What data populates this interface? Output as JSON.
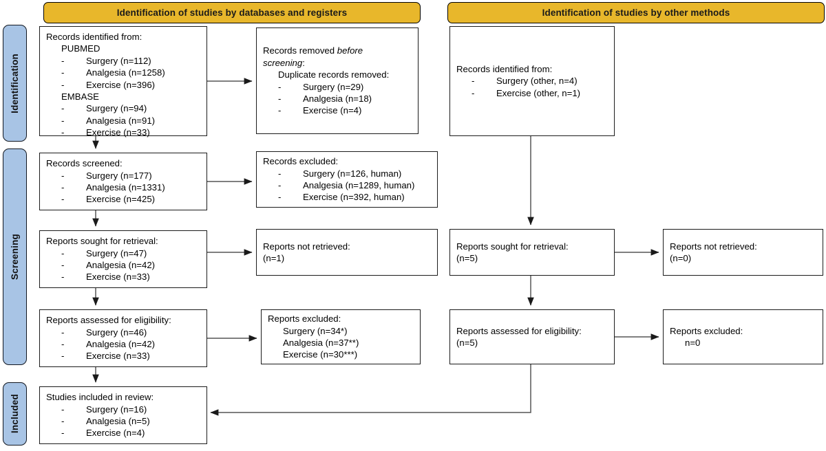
{
  "diagram": {
    "type": "prisma-flow-diagram",
    "banners": [
      {
        "id": "databases",
        "label": "Identification of studies by databases and registers"
      },
      {
        "id": "other",
        "label": "Identification of studies by other methods"
      }
    ],
    "stages": [
      {
        "id": "identification",
        "label": "Identification"
      },
      {
        "id": "screening",
        "label": "Screening"
      },
      {
        "id": "included",
        "label": "Included"
      }
    ],
    "colors": {
      "banner_fill": "#E8B72B",
      "stage_fill": "#A8C4E5",
      "box_border": "#1a1a1a",
      "arrow": "#555555"
    },
    "boxes": {
      "records_identified": {
        "title": "Records identified from:",
        "lines": [
          "PUBMED",
          "Surgery (n=112)",
          "Analgesia (n=1258)",
          "Exercise (n=396)",
          "EMBASE",
          "Surgery (n=94)",
          "Analgesia (n=91)",
          "Exercise (n=33)"
        ]
      },
      "records_removed": {
        "title_a": "Records removed ",
        "title_b": "before",
        "title_c": "screening",
        "title_d": ":",
        "subtitle": "Duplicate records removed:",
        "lines": [
          "Surgery (n=29)",
          "Analgesia (n=18)",
          "Exercise (n=4)"
        ]
      },
      "records_screened": {
        "title": "Records screened:",
        "lines": [
          "Surgery (n=177)",
          "Analgesia (n=1331)",
          "Exercise (n=425)"
        ]
      },
      "records_excluded": {
        "title": "Records excluded:",
        "lines": [
          "Surgery (n=126, human)",
          "Analgesia (n=1289, human)",
          "Exercise (n=392, human)"
        ]
      },
      "reports_sought": {
        "title": "Reports sought for retrieval:",
        "lines": [
          "Surgery (n=47)",
          "Analgesia (n=42)",
          "Exercise (n=33)"
        ]
      },
      "reports_not_retrieved": {
        "title": "Reports not retrieved:",
        "count": "(n=1)"
      },
      "reports_assessed": {
        "title": "Reports assessed for eligibility:",
        "lines": [
          "Surgery (n=46)",
          "Analgesia (n=42)",
          "Exercise (n=33)"
        ]
      },
      "reports_excluded": {
        "title": "Reports excluded:",
        "lines": [
          "Surgery (n=34*)",
          "Analgesia (n=37**)",
          "Exercise (n=30***)"
        ]
      },
      "studies_included": {
        "title": "Studies included in review:",
        "lines": [
          "Surgery (n=16)",
          "Analgesia (n=5)",
          "Exercise (n=4)"
        ]
      },
      "other_identified": {
        "title": "Records identified from:",
        "lines": [
          "Surgery (other, n=4)",
          "Exercise (other, n=1)"
        ]
      },
      "other_sought": {
        "title": "Reports sought for retrieval:",
        "count": "(n=5)"
      },
      "other_not_retrieved": {
        "title": "Reports not retrieved:",
        "count": "(n=0)"
      },
      "other_assessed": {
        "title": "Reports assessed for eligibility:",
        "count": "(n=5)"
      },
      "other_excluded": {
        "title": "Reports excluded:",
        "count": "n=0"
      }
    }
  }
}
